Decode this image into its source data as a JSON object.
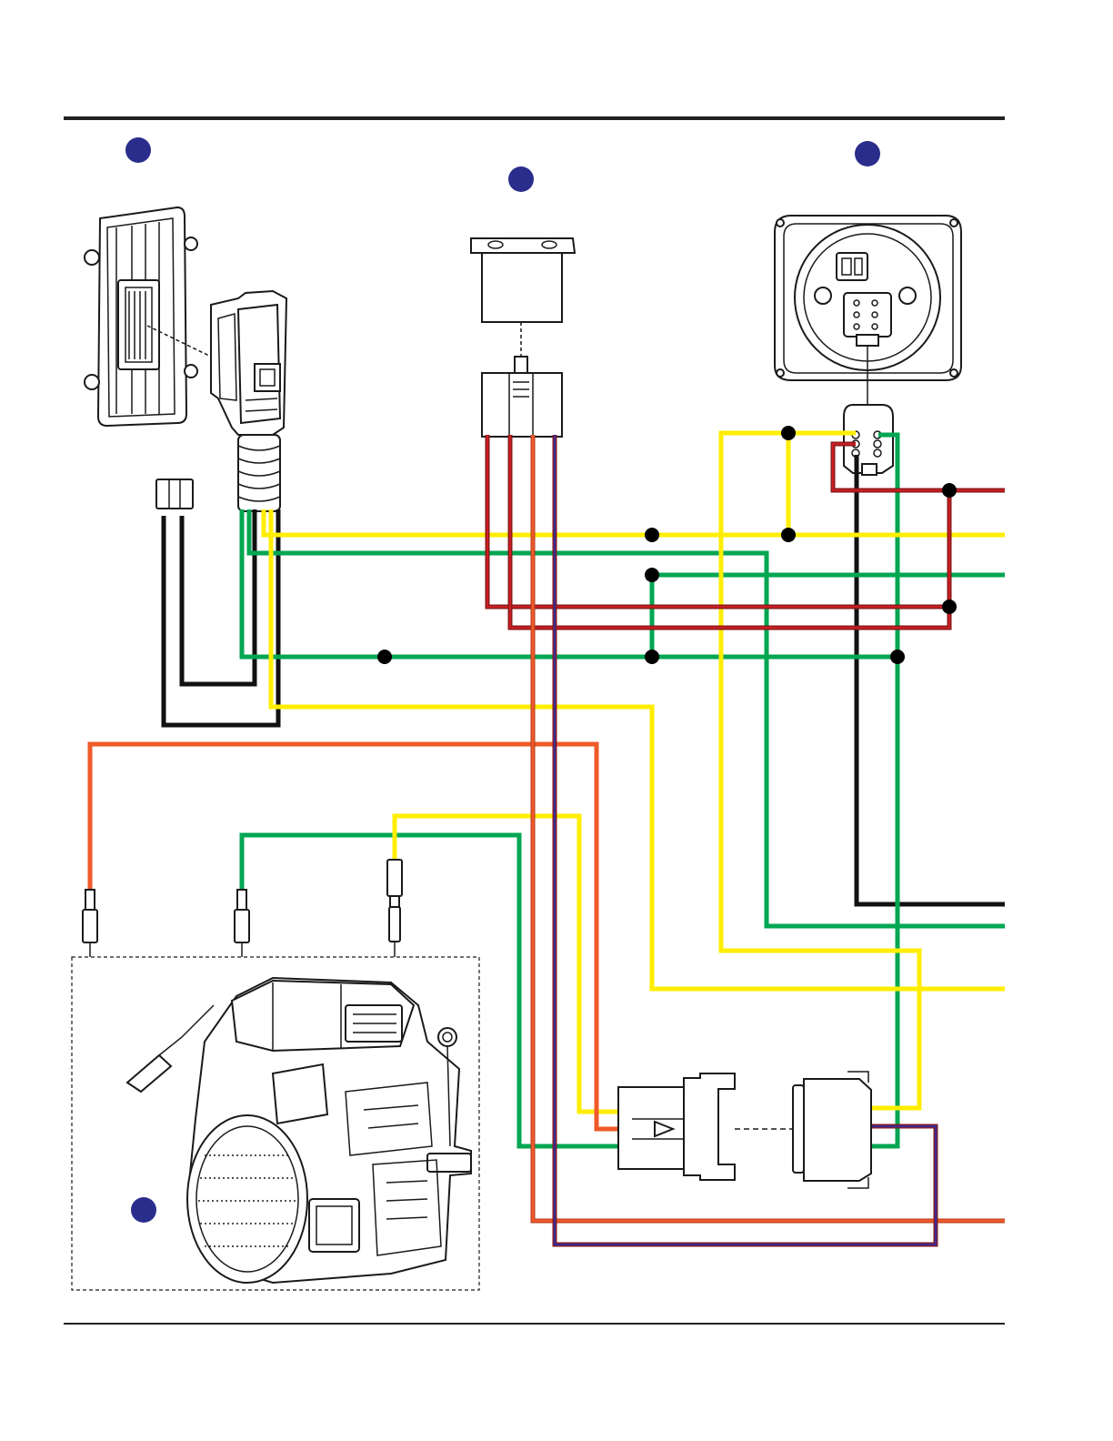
{
  "colors": {
    "background": "#ffffff",
    "rule": "#222222",
    "callout": "#2b2d8c",
    "yellow": "#ffee00",
    "green": "#00a651",
    "black": "#111111",
    "red_outer": "#8b1a1a",
    "red_core": "#e31e24",
    "orange": "#ef5a2a",
    "orange_dark": "#b13a1a",
    "purple": "#3d2b8f",
    "junction": "#000000",
    "part_line": "#1a1a1a"
  },
  "callouts": [
    {
      "id": "ecu",
      "label": ""
    },
    {
      "id": "relay",
      "label": ""
    },
    {
      "id": "hour-meter",
      "label": ""
    },
    {
      "id": "engine",
      "label": ""
    }
  ],
  "components": [
    {
      "id": "engine-control-module",
      "icon": "ecu-module-icon"
    },
    {
      "id": "harness-connector",
      "icon": "multi-pin-connector-icon"
    },
    {
      "id": "relay",
      "icon": "relay-icon"
    },
    {
      "id": "relay-socket",
      "icon": "relay-socket-icon"
    },
    {
      "id": "gauge",
      "icon": "round-gauge-icon"
    },
    {
      "id": "gauge-plug",
      "icon": "six-pin-plug-icon"
    },
    {
      "id": "fuse-holder",
      "icon": "fuse-icon"
    },
    {
      "id": "engine",
      "icon": "engine-icon"
    },
    {
      "id": "engine-harness-plug",
      "icon": "plug-icon"
    },
    {
      "id": "engine-harness-receptacle",
      "icon": "receptacle-icon"
    }
  ]
}
